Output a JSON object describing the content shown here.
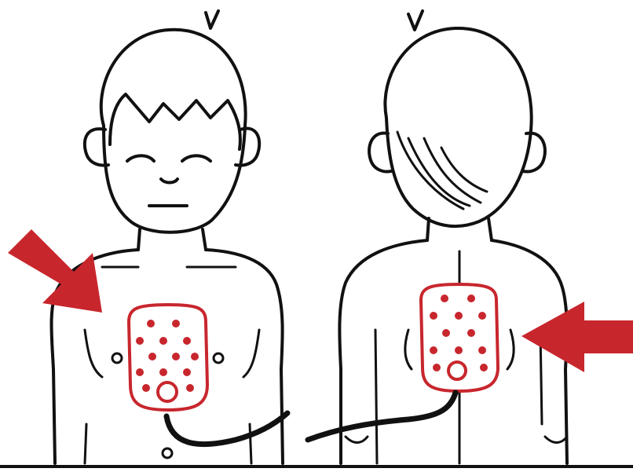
{
  "diagram": {
    "colors": {
      "ink": "#111111",
      "pad_accent": "#c8262d",
      "arrow": "#c8262d",
      "background": "#ffffff"
    },
    "figures": [
      {
        "view": "front",
        "pad": "front-chest-pad",
        "arrow": "arrow-down-right-icon"
      },
      {
        "view": "back",
        "pad": "back-pad",
        "arrow": "arrow-left-icon"
      }
    ]
  }
}
